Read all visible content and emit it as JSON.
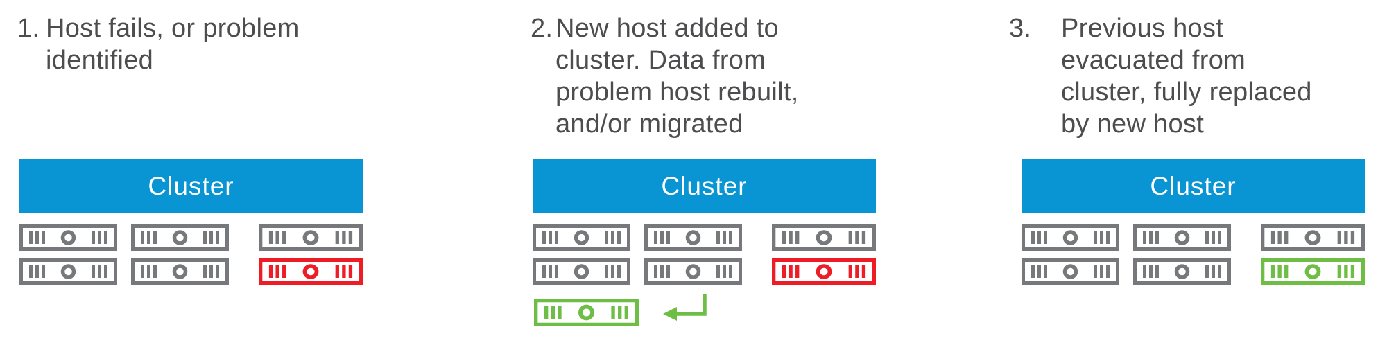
{
  "colors": {
    "cluster_blue": "#0995d3",
    "host_gray": "#77787b",
    "failed_red": "#ee1c25",
    "new_green": "#6ebe45",
    "text_gray": "#4d4d4f",
    "background": "#ffffff"
  },
  "panels": [
    {
      "number": "1.",
      "caption": "Host fails, or problem\nidentified",
      "cluster_label": "Cluster",
      "host_rows": [
        [
          "normal",
          "normal",
          "normal"
        ],
        [
          "normal",
          "normal",
          "failed"
        ]
      ]
    },
    {
      "number": "2.",
      "caption": "New host added to\ncluster. Data from\nproblem host rebuilt,\nand/or migrated",
      "cluster_label": "Cluster",
      "host_rows": [
        [
          "normal",
          "normal",
          "normal"
        ],
        [
          "normal",
          "normal",
          "failed"
        ]
      ],
      "added_host": "new",
      "arrow": "insert-arrow"
    },
    {
      "number": "3.",
      "caption": "Previous host\nevacuated from\ncluster, fully replaced\nby new host",
      "cluster_label": "Cluster",
      "host_rows": [
        [
          "normal",
          "normal",
          "normal"
        ],
        [
          "normal",
          "normal",
          "new"
        ]
      ]
    }
  ]
}
